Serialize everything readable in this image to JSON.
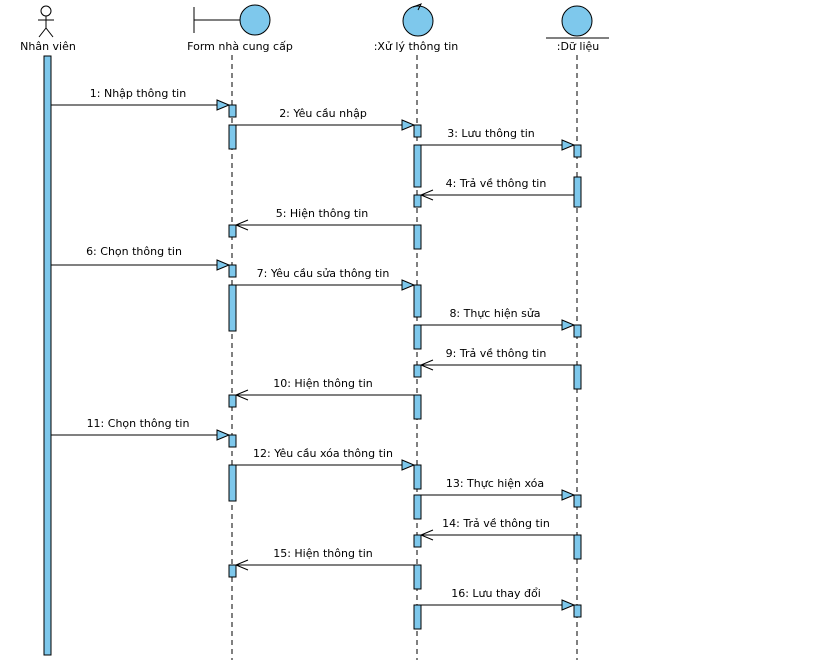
{
  "colors": {
    "activation_fill": "#7ec8ec",
    "actor_fill": "#7ec8ec",
    "line": "#000000",
    "lifeline": "#000000",
    "background": "#ffffff"
  },
  "participants": [
    {
      "id": "actor",
      "kind": "actor",
      "icon": "stick-figure-icon",
      "label": "Nhân viên"
    },
    {
      "id": "form",
      "kind": "boundary",
      "icon": "boundary-icon",
      "label": "Form nhà cung cấp"
    },
    {
      "id": "control",
      "kind": "control",
      "icon": "control-icon",
      "label": ":Xử lý thông tin"
    },
    {
      "id": "entity",
      "kind": "entity",
      "icon": "entity-icon",
      "label": ":Dữ liệu"
    }
  ],
  "messages": [
    {
      "from": "actor",
      "to": "form",
      "label": "1: Nhập thông tin"
    },
    {
      "from": "form",
      "to": "control",
      "label": "2: Yêu cầu nhập"
    },
    {
      "from": "control",
      "to": "entity",
      "label": "3: Lưu  thông tin"
    },
    {
      "from": "entity",
      "to": "control",
      "label": "4: Trả về thông tin"
    },
    {
      "from": "control",
      "to": "form",
      "label": "5: Hiện thông tin"
    },
    {
      "from": "actor",
      "to": "form",
      "label": "6: Chọn thông tin"
    },
    {
      "from": "form",
      "to": "control",
      "label": "7: Yêu cầu sửa thông tin"
    },
    {
      "from": "control",
      "to": "entity",
      "label": "8: Thực hiện sửa"
    },
    {
      "from": "entity",
      "to": "control",
      "label": "9: Trả về thông tin"
    },
    {
      "from": "control",
      "to": "form",
      "label": "10: Hiện thông tin"
    },
    {
      "from": "actor",
      "to": "form",
      "label": "11: Chọn thông tin"
    },
    {
      "from": "form",
      "to": "control",
      "label": "12: Yêu cầu xóa thông tin"
    },
    {
      "from": "control",
      "to": "entity",
      "label": "13: Thực hiện xóa"
    },
    {
      "from": "entity",
      "to": "control",
      "label": "14: Trả về thông tin"
    },
    {
      "from": "control",
      "to": "form",
      "label": "15: Hiện thông tin"
    },
    {
      "from": "control",
      "to": "entity",
      "label": "16: Lưu thay đổi"
    }
  ]
}
